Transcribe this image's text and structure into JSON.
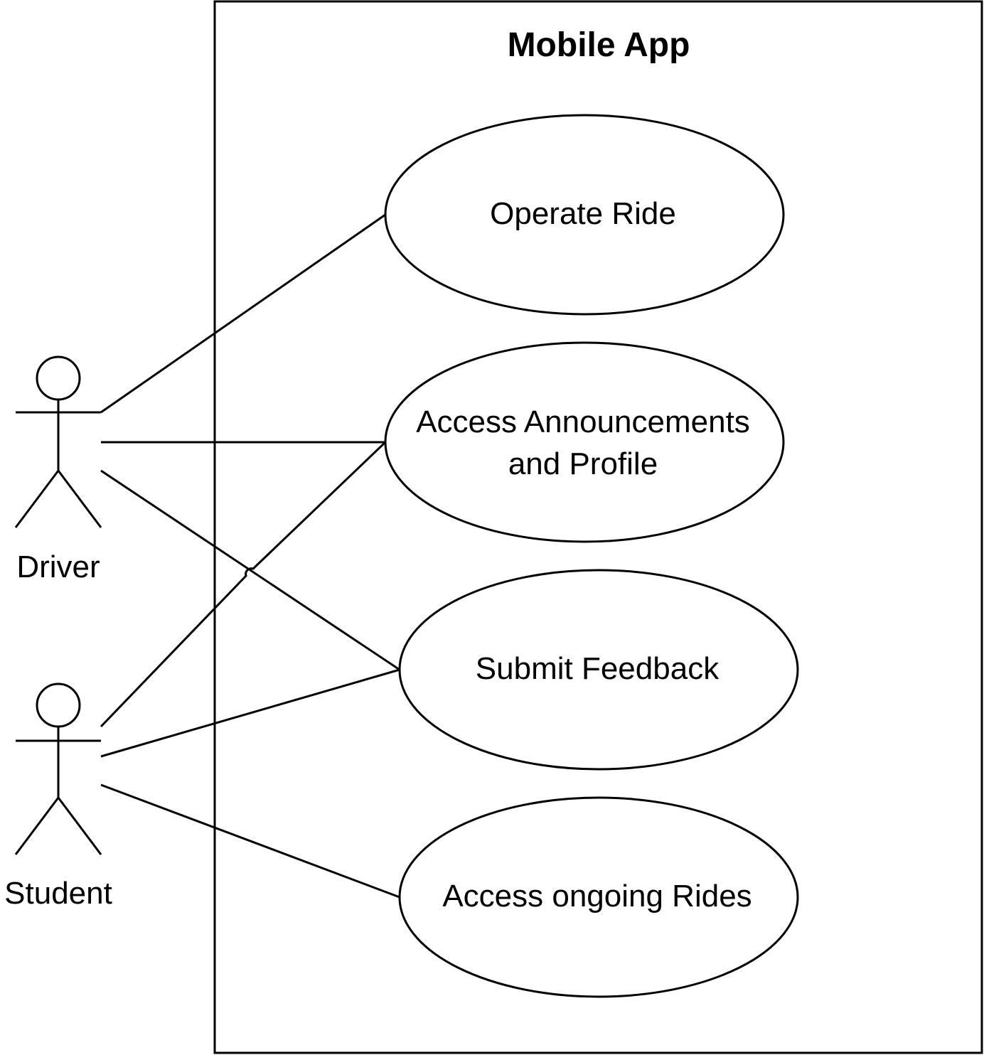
{
  "system": {
    "title": "Mobile App"
  },
  "actors": [
    {
      "id": "driver",
      "label": "Driver"
    },
    {
      "id": "student",
      "label": "Student"
    }
  ],
  "use_cases": [
    {
      "id": "operate-ride",
      "lines": [
        "Operate Ride"
      ]
    },
    {
      "id": "access-announcements",
      "lines": [
        "Access Announcements",
        "and Profile"
      ]
    },
    {
      "id": "submit-feedback",
      "lines": [
        "Submit Feedback"
      ]
    },
    {
      "id": "access-ongoing-rides",
      "lines": [
        "Access ongoing Rides"
      ]
    }
  ],
  "associations": [
    {
      "from": "driver",
      "to": "operate-ride"
    },
    {
      "from": "driver",
      "to": "access-announcements"
    },
    {
      "from": "driver",
      "to": "submit-feedback"
    },
    {
      "from": "student",
      "to": "access-announcements"
    },
    {
      "from": "student",
      "to": "submit-feedback"
    },
    {
      "from": "student",
      "to": "access-ongoing-rides"
    }
  ],
  "colors": {
    "stroke": "#000000",
    "background": "#ffffff"
  }
}
